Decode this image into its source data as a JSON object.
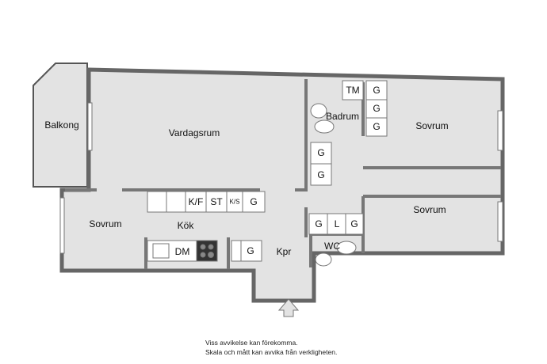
{
  "plan": {
    "rooms": {
      "balcony": "Balkong",
      "living_room": "Vardagsrum",
      "bathroom": "Badrum",
      "bedroom_1": "Sovrum",
      "bedroom_2": "Sovrum",
      "bedroom_3": "Sovrum",
      "kitchen": "Kök",
      "hallway": "Kpr",
      "wc": "WC"
    },
    "fixtures": {
      "tm": "TM",
      "bath_g1": "G",
      "bath_g2": "G",
      "bath_g3": "G",
      "hall_g1": "G",
      "hall_g2": "G",
      "kf": "K/F",
      "st": "ST",
      "ks": "K/S",
      "kitchen_g": "G",
      "kitchen_g2": "G",
      "dm": "DM",
      "closet_g1": "G",
      "closet_l": "L",
      "closet_g2": "G"
    },
    "colors": {
      "floor": "#e3e3e3",
      "wall": "#6a6a6a"
    }
  },
  "disclaimer": {
    "line1": "Viss avvikelse kan förekomma.",
    "line2": "Skala och mått kan avvika från verkligheten."
  }
}
